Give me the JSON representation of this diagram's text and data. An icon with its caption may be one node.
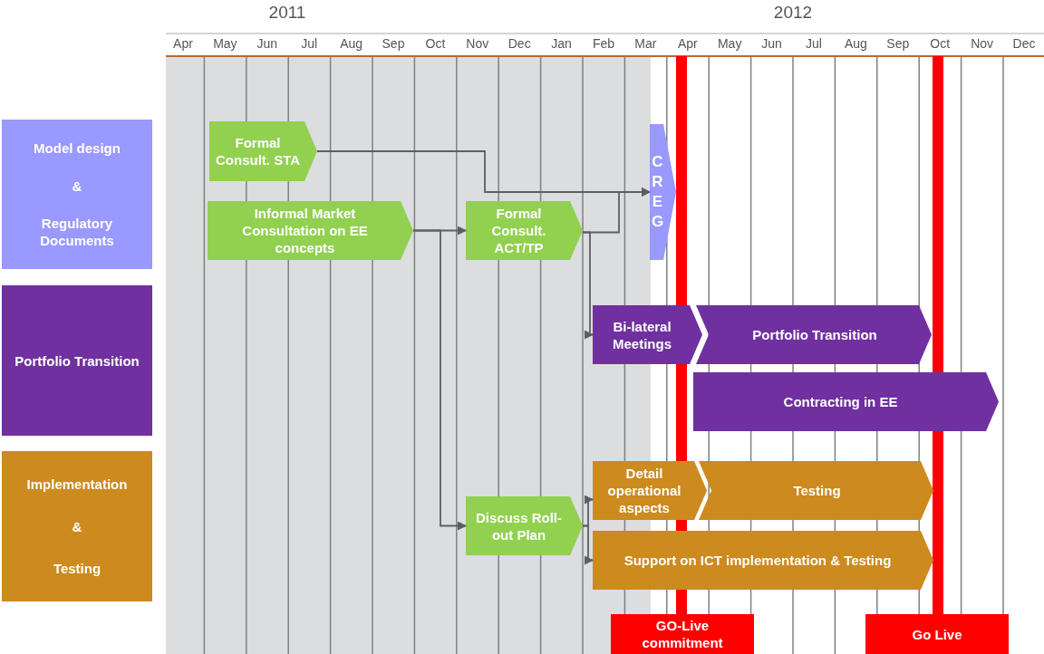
{
  "diagram": {
    "nodes": [
      {
        "text": [
          "Model design",
          "&",
          "Regulatory Documents"
        ]
      },
      {
        "text": [
          "Portfolio Transition"
        ]
      },
      {
        "text": [
          "Implementation",
          "&",
          "Testing"
        ]
      },
      {
        "text": [
          "Formal Consult. STA"
        ]
      },
      {
        "text": [
          "Informal Market Consultation  on EE concepts"
        ]
      },
      {
        "text": [
          "Formal Consult. ACT/TP"
        ]
      },
      {
        "text": [
          "CREG"
        ]
      },
      {
        "text": [
          "Bi-lateral Meetings"
        ]
      },
      {
        "text": [
          "Portfolio Transition"
        ]
      },
      {
        "text": [
          "Contracting in EE"
        ]
      },
      {
        "text": [
          "Detail operational aspects"
        ]
      },
      {
        "text": [
          "Testing"
        ]
      },
      {
        "text": [
          "Discuss Roll-out Plan"
        ]
      },
      {
        "text": [
          "Support on ICT implementation & Testing"
        ]
      },
      {
        "text": [
          "GO-Live commitment"
        ]
      },
      {
        "text": [
          "Go Live"
        ]
      }
    ],
    "edges": [
      {
        "from": 3,
        "to": 6,
        "arrow": "to"
      },
      {
        "from": 4,
        "to": 5,
        "arrow": "to"
      },
      {
        "from": 4,
        "to": 12,
        "arrow": "to"
      },
      {
        "from": 5,
        "to": 6,
        "arrow": "to"
      },
      {
        "from": 5,
        "to": 7,
        "arrow": "to"
      },
      {
        "from": 12,
        "to": 10,
        "arrow": "to"
      },
      {
        "from": 12,
        "to": 13,
        "arrow": "to"
      }
    ],
    "labels": [
      "2011",
      "2012",
      "Apr",
      "May",
      "Jun",
      "Jul",
      "Aug",
      "Sep",
      "Oct",
      "Nov",
      "Dec",
      "Jan",
      "Feb",
      "Mar",
      "Apr",
      "May",
      "Jun",
      "Jul",
      "Aug",
      "Sep",
      "Oct",
      "Nov",
      "Dec"
    ]
  }
}
